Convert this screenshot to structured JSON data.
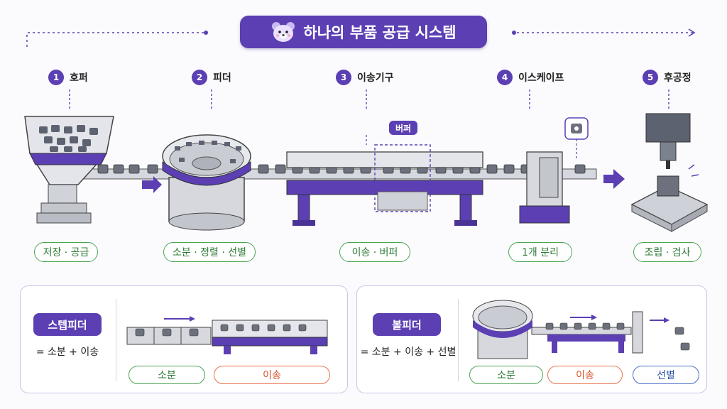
{
  "title": "하나의 부품 공급 시스템",
  "steps": [
    {
      "num": "1",
      "name": "호퍼",
      "tag": "저장 · 공급"
    },
    {
      "num": "2",
      "name": "피더",
      "tag": "소분 · 정렬 · 선별"
    },
    {
      "num": "3",
      "name": "이송기구",
      "tag": "이송 · 버퍼"
    },
    {
      "num": "4",
      "name": "이스케이프",
      "tag": "1개 분리"
    },
    {
      "num": "5",
      "name": "후공정",
      "tag": "조립 · 검사"
    }
  ],
  "buffer_label": "버퍼",
  "panels": {
    "step_feeder": {
      "title": "스텝피더",
      "formula": "= 소분 + 이송",
      "tags": [
        "소분",
        "이송"
      ]
    },
    "bowl_feeder": {
      "title": "볼피더",
      "formula": "= 소분 + 이송 + 선별",
      "tags": [
        "소분",
        "이송",
        "선별"
      ]
    }
  },
  "colors": {
    "accent": "#5b3fb3",
    "green": "#4aa653",
    "orange": "#e8744a",
    "blue": "#4a6fc4"
  }
}
